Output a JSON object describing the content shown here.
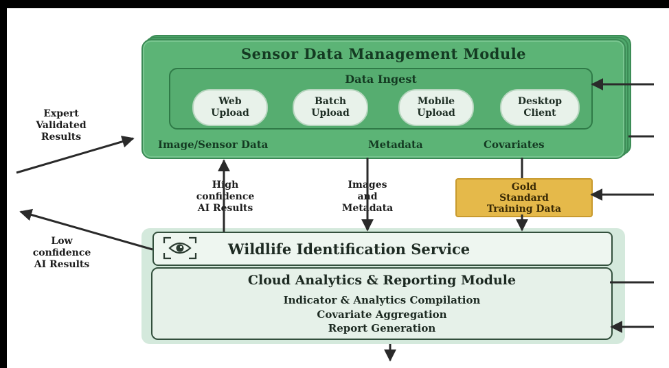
{
  "sensor_module": {
    "title": "Sensor Data Management Module",
    "ingest": {
      "title": "Data Ingest",
      "sources": [
        "Web\nUpload",
        "Batch\nUpload",
        "Mobile\nUpload",
        "Desktop\nClient"
      ]
    },
    "outputs": [
      "Image/Sensor Data",
      "Metadata",
      "Covariates"
    ]
  },
  "flows": {
    "high_confidence": "High\nconfidence\nAI Results",
    "images_metadata": "Images\nand\nMetadata",
    "gold_standard": "Gold\nStandard\nTraining Data",
    "expert_validated": "Expert\nValidated\nResults",
    "low_confidence": "Low\nconfidence\nAI Results"
  },
  "wildlife_service": {
    "title": "Wildlife Identification Service",
    "icon": "eye-scan-icon"
  },
  "cloud_module": {
    "title": "Cloud Analytics & Reporting Module",
    "items": [
      "Indicator & Analytics Compilation",
      "Covariate Aggregation",
      "Report Generation"
    ]
  },
  "colors": {
    "module_green": "#5cb476",
    "gold": "#e5b94a",
    "service_bg": "#d4e9dc"
  }
}
